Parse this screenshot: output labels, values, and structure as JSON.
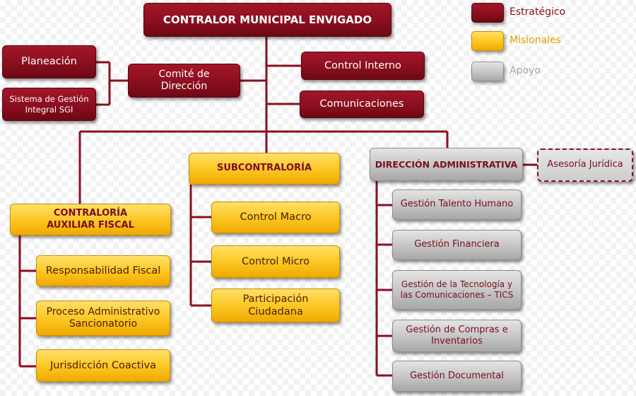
{
  "colors": {
    "estrategico": "#8a0f1f",
    "misionales": "#fcc521",
    "apoyo": "#c4c4c4",
    "connector": "#8a0f1f"
  },
  "legend": {
    "estrategico": "Estratégico",
    "misionales": "Misionales",
    "apoyo": "Apoyo"
  },
  "top": {
    "contralor": "CONTRALOR MUNICIPAL ENVIGADO"
  },
  "strategic": {
    "planeacion": "Planeación",
    "sgi": "Sistema de Gestión Integral SGI",
    "comite": "Comité de Dirección",
    "control_interno": "Control Interno",
    "comunicaciones": "Comunicaciones"
  },
  "auxiliar": {
    "title": "CONTRALORÍA AUXILIAR FISCAL",
    "items": [
      "Responsabilidad Fiscal",
      "Proceso Administrativo Sancionatorio",
      "Jurisdicción Coactiva"
    ]
  },
  "subcontraloria": {
    "title": "SUBCONTRALORÍA",
    "items": [
      "Control Macro",
      "Control Micro",
      "Participación Ciudadana"
    ]
  },
  "administrativa": {
    "title": "DIRECCIÓN ADMINISTRATIVA",
    "asesoria": "Asesoría Jurídica",
    "items": [
      "Gestión Talento Humano",
      "Gestión Financiera",
      "Gestión de la Tecnología y las Comunicaciones – TICS",
      "Gestión de Compras e Inventarios",
      "Gestión Documental"
    ]
  }
}
